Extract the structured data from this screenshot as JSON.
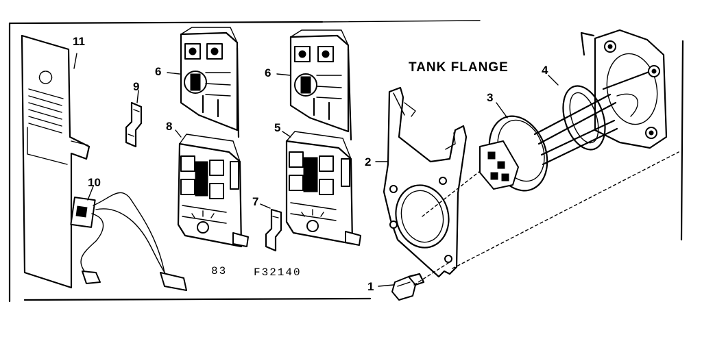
{
  "heading": "TANK FLANGE",
  "callouts": {
    "c1": "1",
    "c2": "2",
    "c3": "3",
    "c4": "4",
    "c5": "5",
    "c6a": "6",
    "c6b": "6",
    "c7": "7",
    "c8": "8",
    "c9": "9",
    "c10": "10",
    "c11": "11"
  },
  "codes": {
    "page": "83",
    "figure": "F32140"
  }
}
